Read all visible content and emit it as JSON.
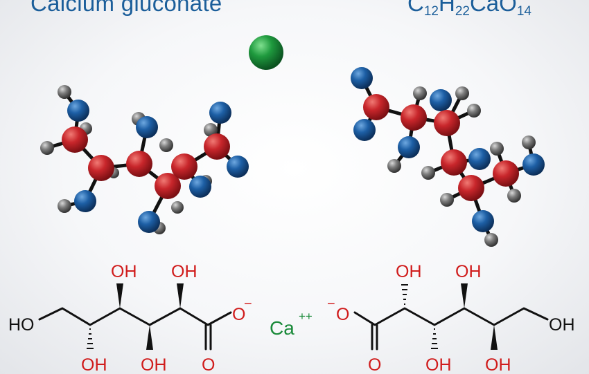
{
  "title": "Calcium gluconate",
  "formula": {
    "c": "C",
    "c_n": "12",
    "h": "H",
    "h_n": "22",
    "rest": "CaO",
    "o_n": "14"
  },
  "labels": {
    "oh": "OH",
    "ho": "HO",
    "o": "O",
    "o_minus": "O",
    "minus": "−",
    "ca": "Ca",
    "ca_charge": "++"
  },
  "colors": {
    "title": "#1b5e9a",
    "carbon_atom": "#c8262b",
    "oxygen_atom": "#1d5fa5",
    "hydrogen_atom": "#7d7d7d",
    "calcium_atom": "#1f9a3e",
    "oxygen_text": "#d01c1c",
    "calcium_text": "#1a8a3a"
  }
}
